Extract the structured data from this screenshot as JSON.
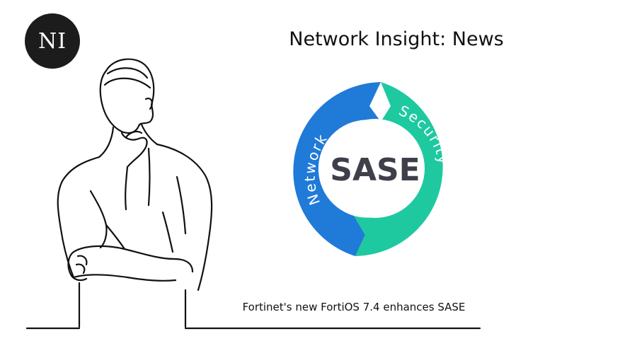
{
  "logo": {
    "text": "NI",
    "background_color": "#1c1c1c"
  },
  "headline": "Network Insight: News",
  "sase_graphic": {
    "center_label": "SASE",
    "left_arc_label": "Network",
    "right_arc_label": "Security",
    "left_arc_color": "#1f7ad8",
    "right_arc_color": "#1ec9a0",
    "center_text_color": "#3d3f4a"
  },
  "illustration": {
    "icon": "thinking-person-line-art-icon"
  },
  "caption": "Fortinet's new FortiOS 7.4 enhances SASE"
}
